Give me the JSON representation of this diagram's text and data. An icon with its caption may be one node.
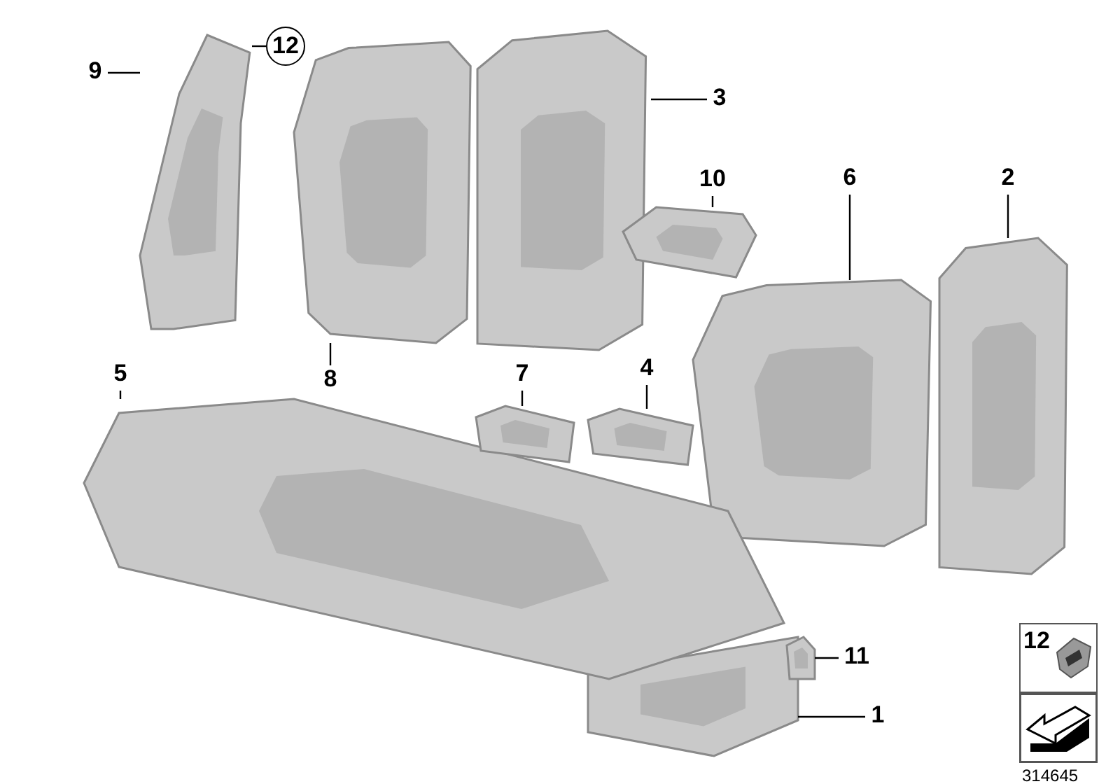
{
  "diagram": {
    "nodes": [
      {
        "text": [
          "9"
        ]
      },
      {
        "text": [
          "12"
        ]
      },
      {
        "text": [
          "3"
        ]
      },
      {
        "text": [
          "10"
        ]
      },
      {
        "text": [
          "6"
        ]
      },
      {
        "text": [
          "2"
        ]
      },
      {
        "text": [
          "8"
        ]
      },
      {
        "text": [
          "5"
        ]
      },
      {
        "text": [
          "7"
        ]
      },
      {
        "text": [
          "4"
        ]
      },
      {
        "text": [
          "11"
        ]
      },
      {
        "text": [
          "1"
        ]
      },
      {
        "text": [
          "12"
        ]
      },
      {
        "text": [],
        "shape": "picture"
      },
      {
        "text": [],
        "shape": "picture"
      },
      {
        "text": [],
        "shape": "picture"
      },
      {
        "text": [],
        "shape": "picture"
      },
      {
        "text": [],
        "shape": "picture"
      },
      {
        "text": [],
        "shape": "picture"
      },
      {
        "text": [],
        "shape": "picture"
      },
      {
        "text": [],
        "shape": "picture"
      },
      {
        "text": [],
        "shape": "picture"
      },
      {
        "text": [],
        "shape": "picture"
      },
      {
        "text": [],
        "shape": "picture"
      }
    ],
    "edges": [
      {
        "from": 0,
        "to": 13,
        "arrow": "none"
      },
      {
        "from": 1,
        "to": 13,
        "arrow": "none"
      },
      {
        "from": 2,
        "to": 15,
        "arrow": "none"
      },
      {
        "from": 3,
        "to": 16,
        "arrow": "none"
      },
      {
        "from": 4,
        "to": 17,
        "arrow": "none"
      },
      {
        "from": 5,
        "to": 18,
        "arrow": "none"
      },
      {
        "from": 6,
        "to": 14,
        "arrow": "none"
      },
      {
        "from": 7,
        "to": 19,
        "arrow": "none"
      },
      {
        "from": 8,
        "to": 20,
        "arrow": "none"
      },
      {
        "from": 9,
        "to": 21,
        "arrow": "none"
      },
      {
        "from": 10,
        "to": 22,
        "arrow": "none"
      },
      {
        "from": 11,
        "to": 23,
        "arrow": "none"
      }
    ],
    "labels": [
      "314645"
    ]
  }
}
